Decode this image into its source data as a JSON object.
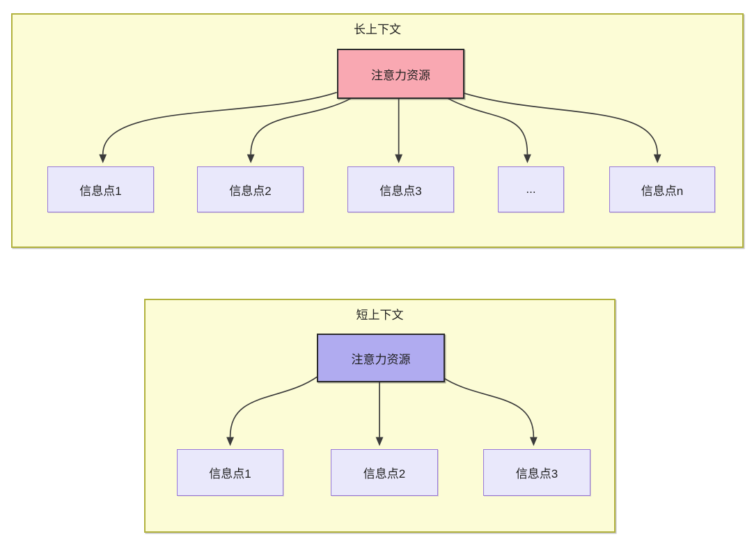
{
  "colors": {
    "page-bg": "#ffffff",
    "container-fill": "#fcfcd6",
    "container-border": "#b1b13c",
    "source-long-fill": "#f9a8b2",
    "source-short-fill": "#b0abf0",
    "source-border": "#2b2b2b",
    "info-fill": "#e9e8fb",
    "info-border": "#9777d8",
    "arrow-color": "#3b3b3b",
    "text-color": "#1f1f1f"
  },
  "diagrams": [
    {
      "id": "long-context",
      "title": "长上下文",
      "source": {
        "label": "注意力资源"
      },
      "targets": [
        {
          "label": "信息点1"
        },
        {
          "label": "信息点2"
        },
        {
          "label": "信息点3"
        },
        {
          "label": "..."
        },
        {
          "label": "信息点n"
        }
      ]
    },
    {
      "id": "short-context",
      "title": "短上下文",
      "source": {
        "label": "注意力资源"
      },
      "targets": [
        {
          "label": "信息点1"
        },
        {
          "label": "信息点2"
        },
        {
          "label": "信息点3"
        }
      ]
    }
  ]
}
